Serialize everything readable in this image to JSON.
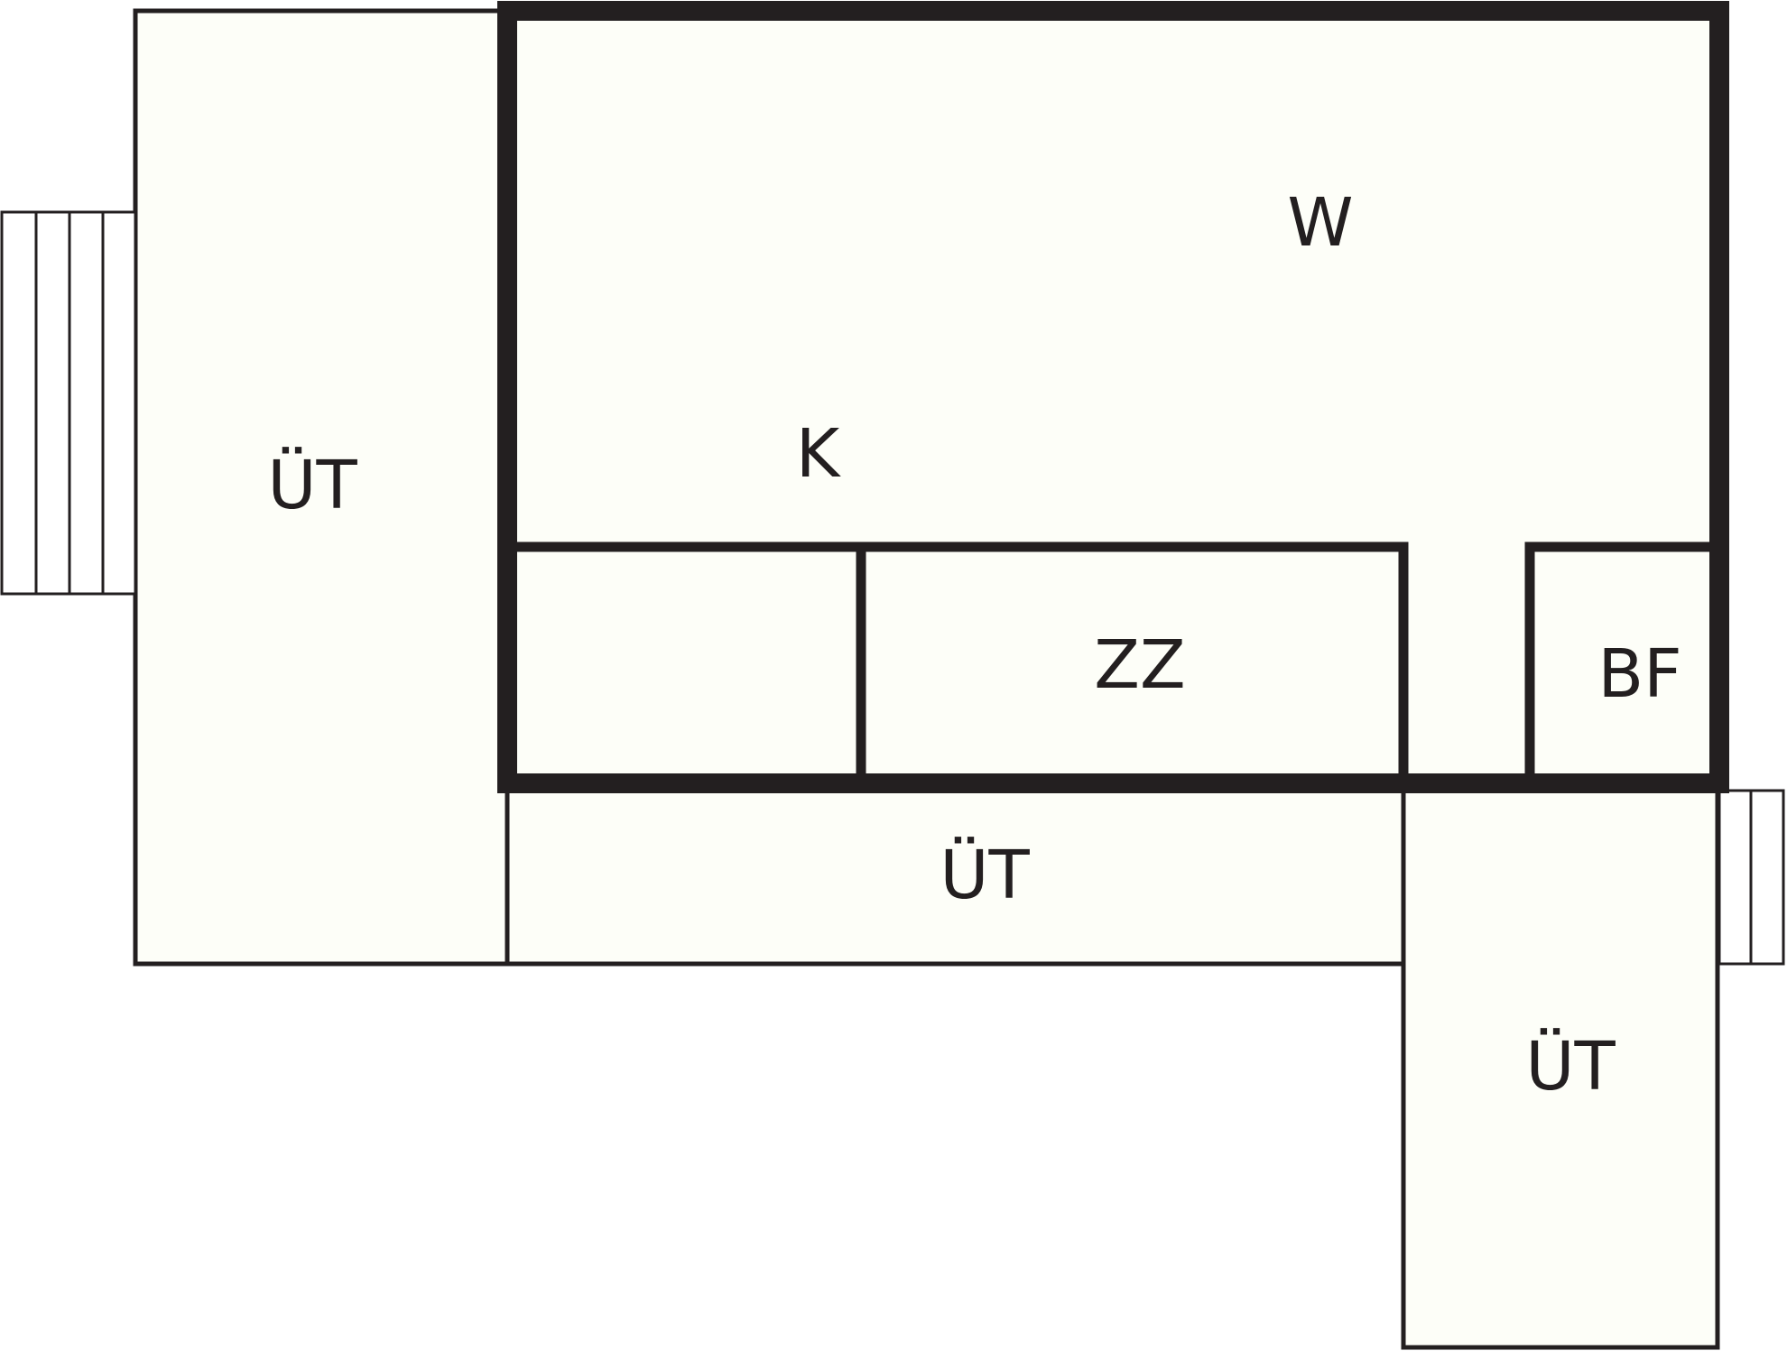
{
  "colors": {
    "wall": "#231f20",
    "room_fill": "#fdfef8",
    "background": "#ffffff"
  },
  "labels": {
    "ut_left": "ÜT",
    "ut_bottom": "ÜT",
    "ut_right": "ÜT",
    "kitchen": "K",
    "living": "W",
    "bedroom": "ZZ",
    "bathroom": "BF"
  }
}
